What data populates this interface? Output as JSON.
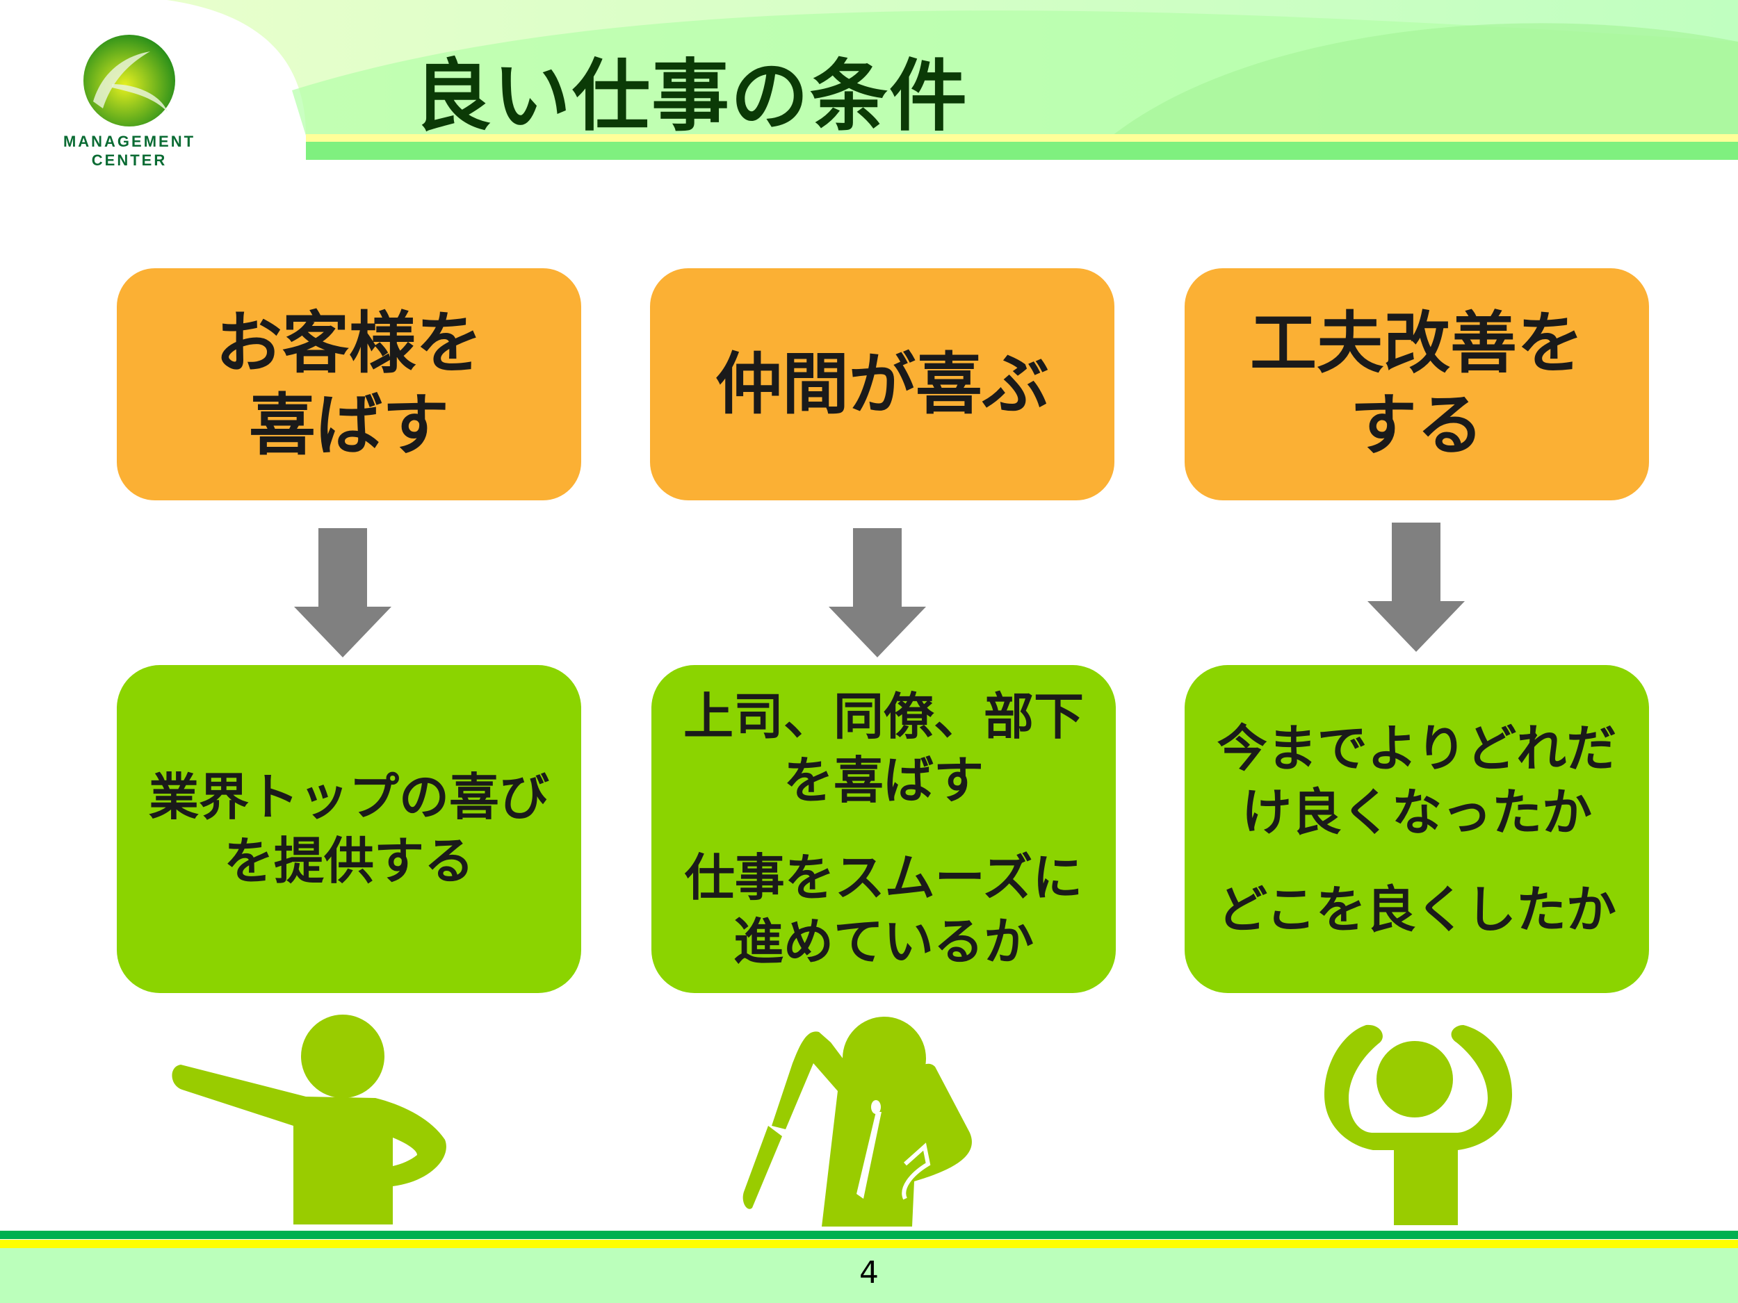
{
  "logo": {
    "line1": "MANAGEMENT",
    "line2": "CENTER"
  },
  "title": "良い仕事の条件",
  "columns": [
    {
      "heading": [
        "お客様を",
        "喜ばす"
      ],
      "detail": [
        [
          "業界トップの喜び",
          "を提供する"
        ]
      ]
    },
    {
      "heading": [
        "仲間が喜ぶ"
      ],
      "detail": [
        [
          "上司、同僚、部下",
          "を喜ばす"
        ],
        [
          "仕事をスムーズに",
          "進めているか"
        ]
      ]
    },
    {
      "heading": [
        "工夫改善を",
        "する"
      ],
      "detail": [
        [
          "今までよりどれだ",
          "け良くなったか"
        ],
        [
          "どこを良くしたか"
        ]
      ]
    }
  ],
  "page_number": "4",
  "colors": {
    "orange": "#fbb034",
    "green": "#8bd400",
    "figure": "#99cc00",
    "arrow": "#808080"
  }
}
